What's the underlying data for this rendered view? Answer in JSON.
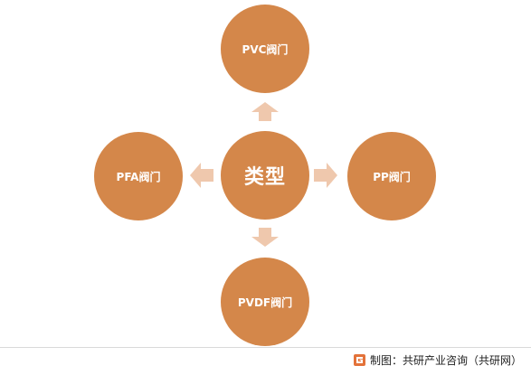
{
  "diagram": {
    "center": "类型",
    "top": "PVC阀门",
    "left": "PFA阀门",
    "right": "PP阀门",
    "bottom": "PVDF阀门"
  },
  "footer": {
    "credit": "制图：共研产业咨询（共研网）"
  },
  "colors": {
    "node": "#d4874a",
    "arrow": "#efc8ad",
    "logo": "#e3723a"
  },
  "icons": [
    "logo-icon"
  ]
}
